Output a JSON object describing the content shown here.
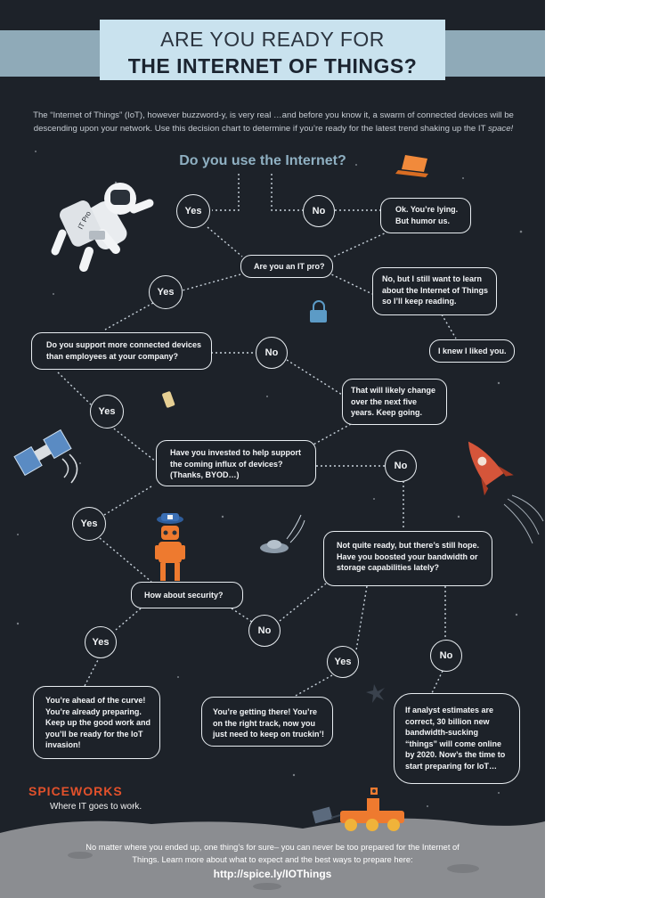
{
  "title": {
    "line1": "ARE YOU READY FOR",
    "line2": "THE INTERNET OF THINGS?"
  },
  "intro": {
    "part1": "The “Internet of Things” (IoT), however buzzword-y, is very real …and before you know it, a swarm of connected devices will be descending upon your network. Use this decision chart to determine if you’re ready for the latest trend shaking up the IT ",
    "part2": "space!"
  },
  "astronaut_label": "IT Pro",
  "flow": {
    "q_internet": "Do you use the Internet?",
    "yes1": "Yes",
    "no1": "No",
    "lying": "Ok. You’re lying. But humor us.",
    "q_itpro": "Are you an IT pro?",
    "learn": "No, but I still want to learn about the Internet of Things so I’ll keep reading.",
    "yes2": "Yes",
    "liked": "I knew I liked you.",
    "q_devices": "Do you support more connected devices than employees at your company?",
    "no_devices": "No",
    "change": "That will likely change over the next five years. Keep going.",
    "yes_devices": "Yes",
    "q_invested": "Have you invested to help support the coming influx of devices? (Thanks, BYOD…)",
    "no_invested": "No",
    "yes_invested": "Yes",
    "hope": "Not quite ready, but there’s still hope. Have you boosted your bandwidth or storage capabilities lately?",
    "q_security": "How about security?",
    "no_security": "No",
    "yes_security": "Yes",
    "yes_bandwidth": "Yes",
    "no_bandwidth": "No",
    "ahead": "You’re ahead of the curve! You’re already preparing. Keep up the good work and you’ll be ready for the IoT invasion!",
    "getting": "You’re getting there! You’re on the right track, now you just need to keep on truckin’!",
    "analyst": "If analyst estimates are correct, 30 billion new bandwidth-sucking “things” will come online by 2020. Now’s the time to start preparing for IoT…"
  },
  "brand": {
    "name": "SPICEWORKS",
    "tagline": "Where IT goes to work."
  },
  "footer": {
    "text": "No matter where you ended up, one thing’s for sure– you can never be too prepared for the Internet of Things. Learn more about what to expect and the best ways to prepare here:",
    "url": "http://spice.ly/IOThings"
  },
  "colors": {
    "background": "#1d2229",
    "banner": "#8faab8",
    "title_box": "#c9e2ee",
    "question": "#8fb0c2",
    "brand": "#e2512b",
    "moon": "#8b8d91"
  }
}
